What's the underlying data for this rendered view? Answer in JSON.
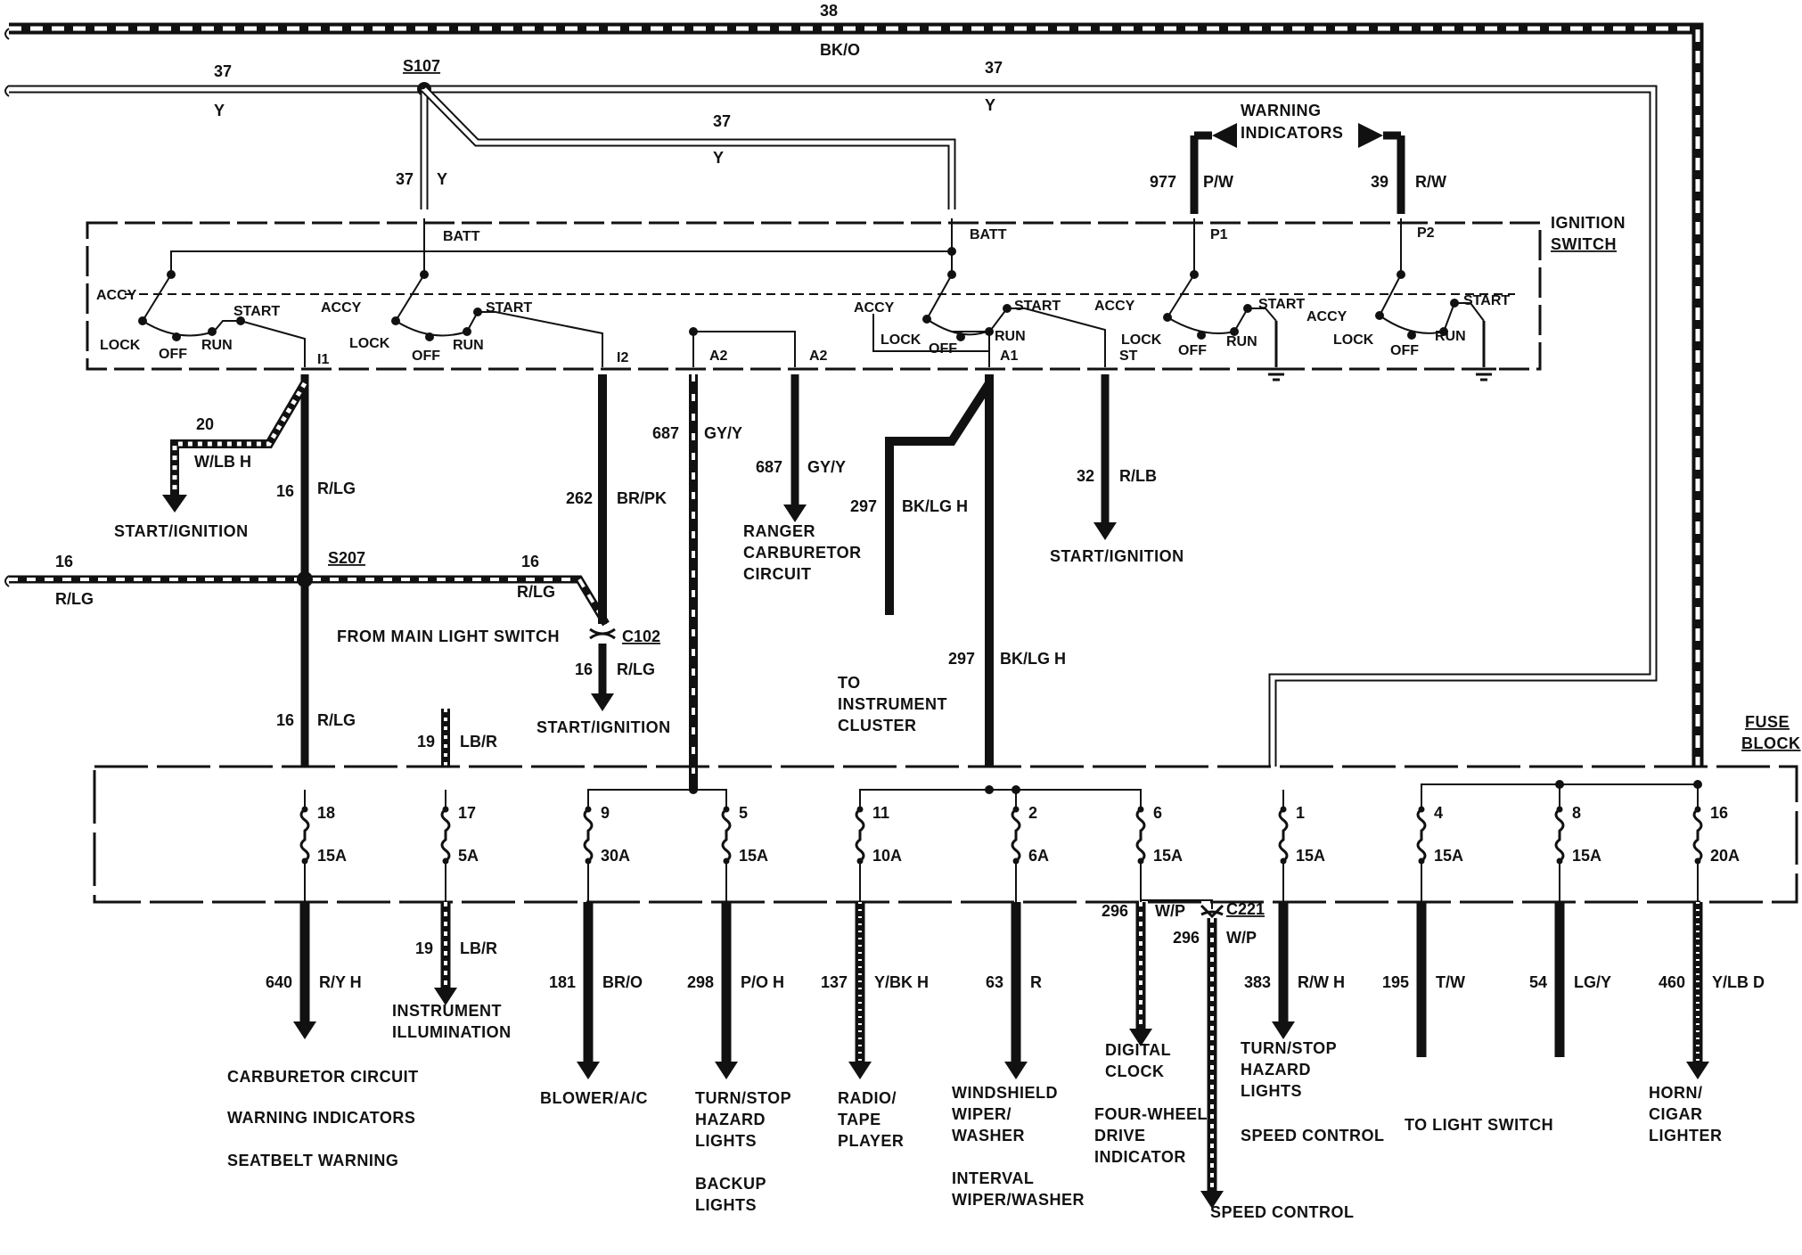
{
  "splices": {
    "s107": "S107",
    "s207": "S207"
  },
  "connectors": {
    "c102": "C102",
    "c221": "C221"
  },
  "headings": {
    "ignition_l1": "IGNITION",
    "ignition_l2": "SWITCH",
    "fuse_l1": "FUSE",
    "fuse_l2": "BLOCK",
    "warn_l1": "WARNING",
    "warn_l2": "INDICATORS"
  },
  "top_wires": {
    "w38_num": "38",
    "w38_col": "BK/O",
    "w37_num_left": "37",
    "w37_col_left": "Y",
    "w37_num_right": "37",
    "w37_col_right": "Y",
    "w37_num_mid": "37",
    "w37_col_mid": "Y",
    "w37_num_drop": "37",
    "w37_col_drop": "Y",
    "w977_num": "977",
    "w977_col": "P/W",
    "w39_num": "39",
    "w39_col": "R/W"
  },
  "switch_labels": {
    "batt": "BATT",
    "accy": "ACCY",
    "lock": "LOCK",
    "off": "OFF",
    "run": "RUN",
    "start": "START",
    "i1": "I1",
    "i2": "I2",
    "a2": "A2",
    "a1": "A1",
    "st": "ST",
    "p1": "P1",
    "p2": "P2"
  },
  "mid_wires": {
    "w20_num": "20",
    "w20_col": "W/LB H",
    "w16a_num": "16",
    "w16a_col": "R/LG",
    "w16l_num": "16",
    "w16l_col": "R/LG",
    "w16r_num": "16",
    "w16r_col": "R/LG",
    "w16c_num": "16",
    "w16c_col": "R/LG",
    "w16b_num": "16",
    "w16b_col": "R/LG",
    "w262_num": "262",
    "w262_col": "BR/PK",
    "w687a_num": "687",
    "w687a_col": "GY/Y",
    "w687b_num": "687",
    "w687b_col": "GY/Y",
    "w297a_num": "297",
    "w297a_col": "BK/LG H",
    "w297b_num": "297",
    "w297b_col": "BK/LG H",
    "w32_num": "32",
    "w32_col": "R/LB",
    "w19_num": "19",
    "w19_col": "LB/R"
  },
  "mid_dest": {
    "start_ign_1": "START/IGNITION",
    "start_ign_2": "START/IGNITION",
    "start_ign_3": "START/IGNITION",
    "from_main_light": "FROM MAIN LIGHT SWITCH",
    "ranger_1": "RANGER",
    "ranger_2": "CARBURETOR",
    "ranger_3": "CIRCUIT",
    "to_inst_1": "TO",
    "to_inst_2": "INSTRUMENT",
    "to_inst_3": "CLUSTER"
  },
  "fuses": [
    {
      "num": "18",
      "amp": "15A"
    },
    {
      "num": "17",
      "amp": "5A"
    },
    {
      "num": "9",
      "amp": "30A"
    },
    {
      "num": "5",
      "amp": "15A"
    },
    {
      "num": "11",
      "amp": "10A"
    },
    {
      "num": "2",
      "amp": "6A"
    },
    {
      "num": "6",
      "amp": "15A"
    },
    {
      "num": "1",
      "amp": "15A"
    },
    {
      "num": "4",
      "amp": "15A"
    },
    {
      "num": "8",
      "amp": "15A"
    },
    {
      "num": "16",
      "amp": "20A"
    }
  ],
  "outputs": [
    {
      "num": "640",
      "col": "R/Y H"
    },
    {
      "num": "19",
      "col": "LB/R"
    },
    {
      "num": "181",
      "col": "BR/O"
    },
    {
      "num": "298",
      "col": "P/O H"
    },
    {
      "num": "137",
      "col": "Y/BK H"
    },
    {
      "num": "63",
      "col": "R"
    },
    {
      "num": "296",
      "col": "W/P"
    },
    {
      "num": "296",
      "col": "W/P"
    },
    {
      "num": "383",
      "col": "R/W H"
    },
    {
      "num": "195",
      "col": "T/W"
    },
    {
      "num": "54",
      "col": "LG/Y"
    },
    {
      "num": "460",
      "col": "Y/LB D"
    }
  ],
  "destinations": {
    "carb": "CARBURETOR CIRCUIT",
    "warn": "WARNING INDICATORS",
    "seatbelt": "SEATBELT WARNING",
    "inst_1": "INSTRUMENT",
    "inst_2": "ILLUMINATION",
    "blower": "BLOWER/A/C",
    "turn_1": "TURN/STOP",
    "turn_2": "HAZARD",
    "turn_3": "LIGHTS",
    "backup_1": "BACKUP",
    "backup_2": "LIGHTS",
    "radio_1": "RADIO/",
    "radio_2": "TAPE",
    "radio_3": "PLAYER",
    "wiper_1": "WINDSHIELD",
    "wiper_2": "WIPER/",
    "wiper_3": "WASHER",
    "int_1": "INTERVAL",
    "int_2": "WIPER/WASHER",
    "clock_1": "DIGITAL",
    "clock_2": "CLOCK",
    "fwd_1": "FOUR-WHEEL",
    "fwd_2": "DRIVE",
    "fwd_3": "INDICATOR",
    "speed_1": "SPEED CONTROL",
    "turn2_1": "TURN/STOP",
    "turn2_2": "HAZARD",
    "turn2_3": "LIGHTS",
    "speed_2": "SPEED CONTROL",
    "light_sw": "TO LIGHT SWITCH",
    "horn_1": "HORN/",
    "horn_2": "CIGAR",
    "horn_3": "LIGHTER"
  }
}
